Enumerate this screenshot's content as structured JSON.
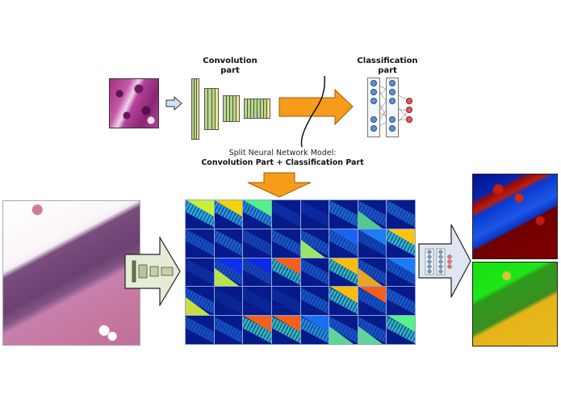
{
  "top": {
    "convolution_label_line1": "Convolution",
    "convolution_label_line2": "part",
    "classification_label_line1": "Classification",
    "classification_label_line2": "part"
  },
  "caption": {
    "line1": "Split Neural Network Model:",
    "line2": "Convolution Part + Classification Part"
  },
  "icons": {
    "input_patch": "tissue-patch-image",
    "small_arrow": "right-arrow-icon",
    "orange_arrow": "orange-right-arrow",
    "split_curve": "split-line",
    "down_arrow": "orange-down-arrow",
    "cnn_arrow": "cnn-block-arrow",
    "classifier_arrow": "classifier-block-arrow"
  },
  "colors": {
    "orange": "#f79b1b",
    "layer_green": "#b8d48f",
    "layer_yellow": "#f7e39a",
    "node_blue": "#5f93cf",
    "node_red": "#e05a5a",
    "heatmap_background": "#061a8a"
  },
  "feature_maps": {
    "rows": 5,
    "cols": 8,
    "cells": [
      {
        "band": "#2dbcd6",
        "tri": "#c9ef3a",
        "blob": ""
      },
      {
        "band": "#2aa6d9",
        "tri": "#f5d20c",
        "blob": ""
      },
      {
        "band": "#2894d6",
        "tri": "#58f08a",
        "blob": ""
      },
      {
        "band": "#0c2fa6",
        "tri": "",
        "blob": ""
      },
      {
        "band": "#0a2aa2",
        "tri": "",
        "blob": ""
      },
      {
        "band": "#1f6fd0",
        "tri": "",
        "blob": ""
      },
      {
        "band": "#1e58c8",
        "tri": "",
        "blob": "#52c98f"
      },
      {
        "band": "#1d62cc",
        "tri": "",
        "blob": ""
      },
      {
        "band": "#1a54c4",
        "tri": "",
        "blob": ""
      },
      {
        "band": "#1f64cc",
        "tri": "",
        "blob": ""
      },
      {
        "band": "#1545b6",
        "tri": "",
        "blob": ""
      },
      {
        "band": "#1d5ac4",
        "tri": "",
        "blob": ""
      },
      {
        "band": "#1a58c6",
        "tri": "",
        "blob": "#9be36a"
      },
      {
        "band": "#1e62ce",
        "tri": "#1b62f0",
        "blob": ""
      },
      {
        "band": "#1446b8",
        "tri": "#1c7ef4",
        "blob": ""
      },
      {
        "band": "#35c4c7",
        "tri": "#fbc415",
        "blob": ""
      },
      {
        "band": "#0e2ea0",
        "tri": "",
        "blob": ""
      },
      {
        "band": "#1a52c4",
        "tri": "#0d2ef0",
        "blob": "#b8e24e"
      },
      {
        "band": "#1748ba",
        "tri": "#0c2ae6",
        "blob": ""
      },
      {
        "band": "#33c2b8",
        "tri": "#f4601c",
        "blob": ""
      },
      {
        "band": "#1a55c4",
        "tri": "",
        "blob": ""
      },
      {
        "band": "#37c6b2",
        "tri": "#fbbc12",
        "blob": ""
      },
      {
        "band": "#1a50c0",
        "tri": "",
        "blob": "#e9a52a"
      },
      {
        "band": "#1a56c6",
        "tri": "#1b7ef6",
        "blob": ""
      },
      {
        "band": "#1b58c8",
        "tri": "",
        "blob": "#c8df3e"
      },
      {
        "band": "#0a238e",
        "tri": "",
        "blob": ""
      },
      {
        "band": "#0a2594",
        "tri": "",
        "blob": ""
      },
      {
        "band": "#0b289a",
        "tri": "",
        "blob": ""
      },
      {
        "band": "#1b58c6",
        "tri": "",
        "blob": ""
      },
      {
        "band": "#34c3c0",
        "tri": "#fbbc12",
        "blob": ""
      },
      {
        "band": "#1a56c6",
        "tri": "#f4601c",
        "blob": ""
      },
      {
        "band": "#1b5cc8",
        "tri": "",
        "blob": ""
      },
      {
        "band": "#1a52c2",
        "tri": "",
        "blob": ""
      },
      {
        "band": "#1a56c6",
        "tri": "",
        "blob": ""
      },
      {
        "band": "#39c7b2",
        "tri": "#f4601c",
        "blob": ""
      },
      {
        "band": "#3ac9ae",
        "tri": "#f4601c",
        "blob": ""
      },
      {
        "band": "#2a9cd6",
        "tri": "#1a6ef0",
        "blob": ""
      },
      {
        "band": "#1b5ac6",
        "tri": "",
        "blob": "#5ed59a"
      },
      {
        "band": "#1a56c6",
        "tri": "",
        "blob": "#5ed59a"
      },
      {
        "band": "#35c3b8",
        "tri": "#58f08a",
        "blob": ""
      }
    ]
  },
  "outputs": {
    "top": "probability-heatmap",
    "bottom": "segmentation-map"
  }
}
